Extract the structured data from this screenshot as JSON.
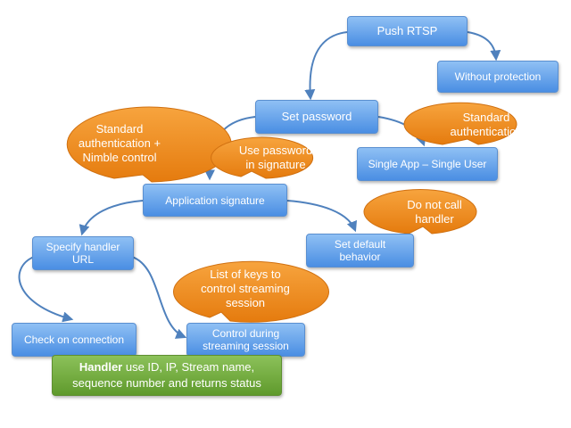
{
  "nodes": {
    "push_rtsp": "Push RTSP",
    "without_protection": "Without protection",
    "set_password": "Set password",
    "single_app_single_user": "Single App – Single User",
    "application_signature": "Application signature",
    "set_default_behavior": "Set default\nbehavior",
    "specify_handler_url": "Specify handler\nURL",
    "check_on_connection": "Check on connection",
    "control_during_streaming": "Control during\nstreaming session"
  },
  "callouts": {
    "standard_auth_nimble": "Standard\nauthentication +\nNimble control",
    "use_password_in_signature": "Use password\nin signature",
    "standard_authentication": "Standard\nauthentication",
    "do_not_call_handler": "Do not call\nhandler",
    "list_of_keys": "List of keys to\ncontrol streaming\nsession"
  },
  "handler_note": {
    "bold": "Handler",
    "rest": " use ID, IP, Stream name, sequence number and returns status"
  },
  "colors": {
    "node_blue": "#4a8ee3",
    "callout_orange": "#ef8a1c",
    "note_green": "#6aa636",
    "arrow": "#4f81bd"
  }
}
